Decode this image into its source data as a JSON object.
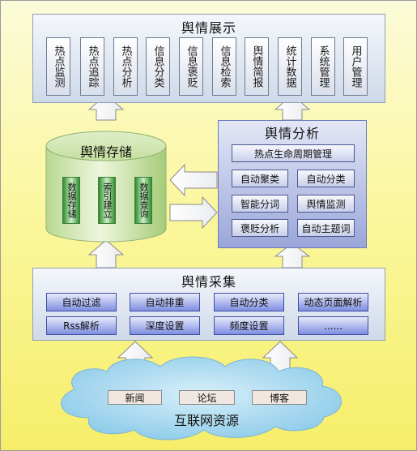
{
  "display": {
    "title": "舆情展示",
    "items": [
      "热点监测",
      "热点追踪",
      "热点分析",
      "信息分类",
      "信息褒贬",
      "信息检索",
      "舆情简报",
      "统计数据",
      "系统管理",
      "用户管理"
    ]
  },
  "storage": {
    "title": "舆情存储",
    "items": [
      "数据存储",
      "索引建立",
      "数据查询"
    ]
  },
  "analysis": {
    "title": "舆情分析",
    "top_item": "热点生命周期管理",
    "items": [
      "自动聚类",
      "自动分类",
      "智能分词",
      "舆情监测",
      "褒贬分析",
      "自动主题词"
    ]
  },
  "collection": {
    "title": "舆情采集",
    "items": [
      "自动过滤",
      "自动排重",
      "自动分类",
      "动态页面解析",
      "Rss解析",
      "深度设置",
      "频度设置",
      "......"
    ]
  },
  "internet": {
    "title": "互联网资源",
    "sources": [
      "新闻",
      "论坛",
      "博客"
    ]
  },
  "colors": {
    "background": "#fbf7a0",
    "panel": "#cfd9e9",
    "analysis_panel": "#9aa6d8",
    "storage_green": "#2f8d2f",
    "cloud": "#a8d8f0"
  }
}
